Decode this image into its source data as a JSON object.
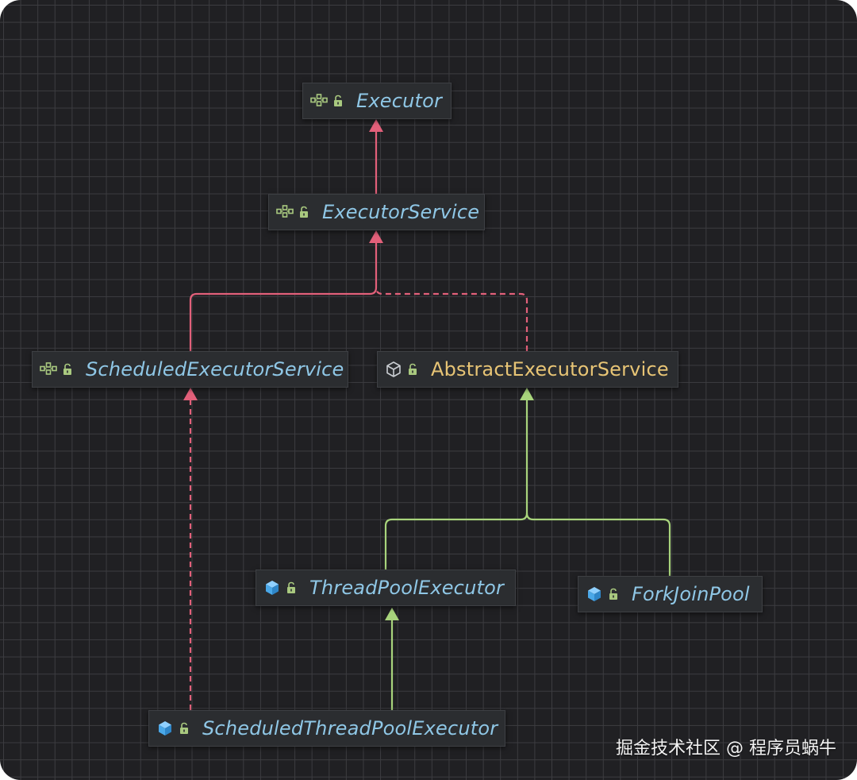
{
  "diagram": {
    "colors": {
      "background": "#202023",
      "grid": "#3c3c40",
      "node_fill": "#2b2d30",
      "interface_label": "#8fc7e6",
      "abstract_label": "#e7c475",
      "interface_edge": "#e2607a",
      "class_edge": "#a8d47c",
      "interface_icon": "#a9c97f",
      "class_icon": "#4aa8e8"
    },
    "nodes": {
      "executor": {
        "label": "Executor",
        "kind": "interface-icon"
      },
      "executor_service": {
        "label": "ExecutorService",
        "kind": "interface-icon"
      },
      "scheduled_executor_service": {
        "label": "ScheduledExecutorService",
        "kind": "interface-icon"
      },
      "abstract_executor_service": {
        "label": "AbstractExecutorService",
        "kind": "abstract-class-icon"
      },
      "thread_pool_executor": {
        "label": "ThreadPoolExecutor",
        "kind": "class-icon"
      },
      "fork_join_pool": {
        "label": "ForkJoinPool",
        "kind": "class-icon"
      },
      "scheduled_thread_pool_executor": {
        "label": "ScheduledThreadPoolExecutor",
        "kind": "class-icon"
      }
    },
    "edges": [
      {
        "from": "ExecutorService",
        "to": "Executor",
        "type": "extends-interface",
        "style": "solid"
      },
      {
        "from": "ScheduledExecutorService",
        "to": "ExecutorService",
        "type": "extends-interface",
        "style": "solid"
      },
      {
        "from": "AbstractExecutorService",
        "to": "ExecutorService",
        "type": "implements",
        "style": "dashed"
      },
      {
        "from": "ThreadPoolExecutor",
        "to": "AbstractExecutorService",
        "type": "extends-class",
        "style": "solid"
      },
      {
        "from": "ForkJoinPool",
        "to": "AbstractExecutorService",
        "type": "extends-class",
        "style": "solid"
      },
      {
        "from": "ScheduledThreadPoolExecutor",
        "to": "ThreadPoolExecutor",
        "type": "extends-class",
        "style": "solid"
      },
      {
        "from": "ScheduledThreadPoolExecutor",
        "to": "ScheduledExecutorService",
        "type": "implements",
        "style": "dashed"
      }
    ]
  },
  "watermark": "掘金技术社区 @ 程序员蜗牛"
}
